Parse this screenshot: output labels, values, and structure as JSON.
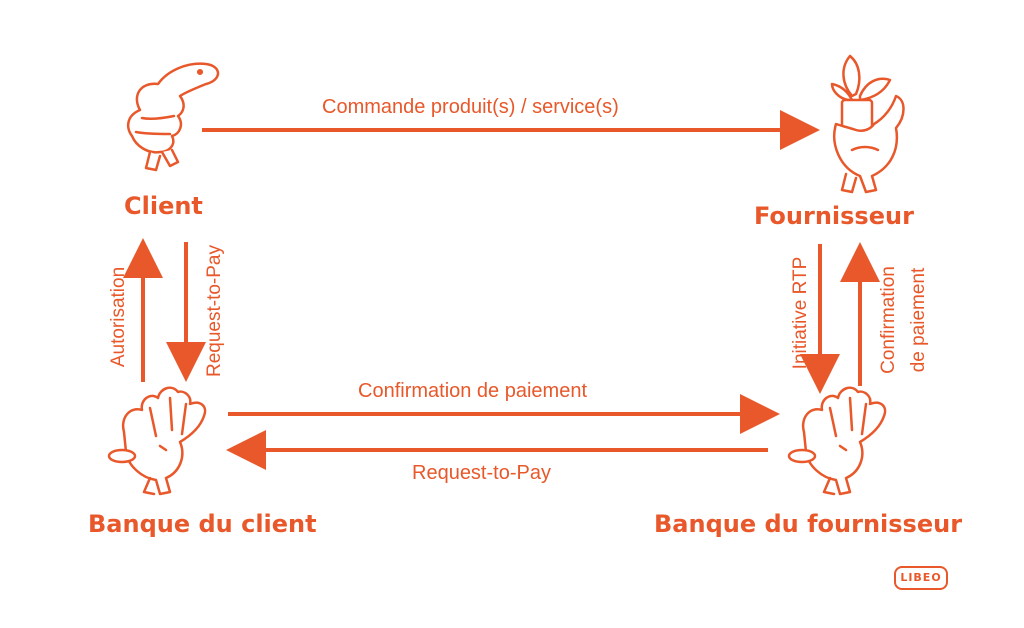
{
  "colors": {
    "accent": "#e8582a",
    "background": "#ffffff"
  },
  "nodes": {
    "client": "Client",
    "supplier": "Fournisseur",
    "client_bank": "Banque du client",
    "supplier_bank": "Banque du fournisseur"
  },
  "edges": {
    "order": "Commande produit(s) / service(s)",
    "authorization": "Autorisation",
    "rtp_to_client": "Request-to-Pay",
    "rtp_initiation": "Initiative RTP",
    "payment_confirmation_right_line1": "Confirmation",
    "payment_confirmation_right_line2": "de paiement",
    "payment_confirmation_banks": "Confirmation de paiement",
    "rtp_banks": "Request-to-Pay"
  },
  "icons": {
    "client": "thumbs-up-hand-icon",
    "supplier": "hand-holding-plant-icon",
    "client_bank": "waving-hand-with-coin-icon",
    "supplier_bank": "waving-hand-with-coin-icon"
  },
  "logo": "LIBEO"
}
